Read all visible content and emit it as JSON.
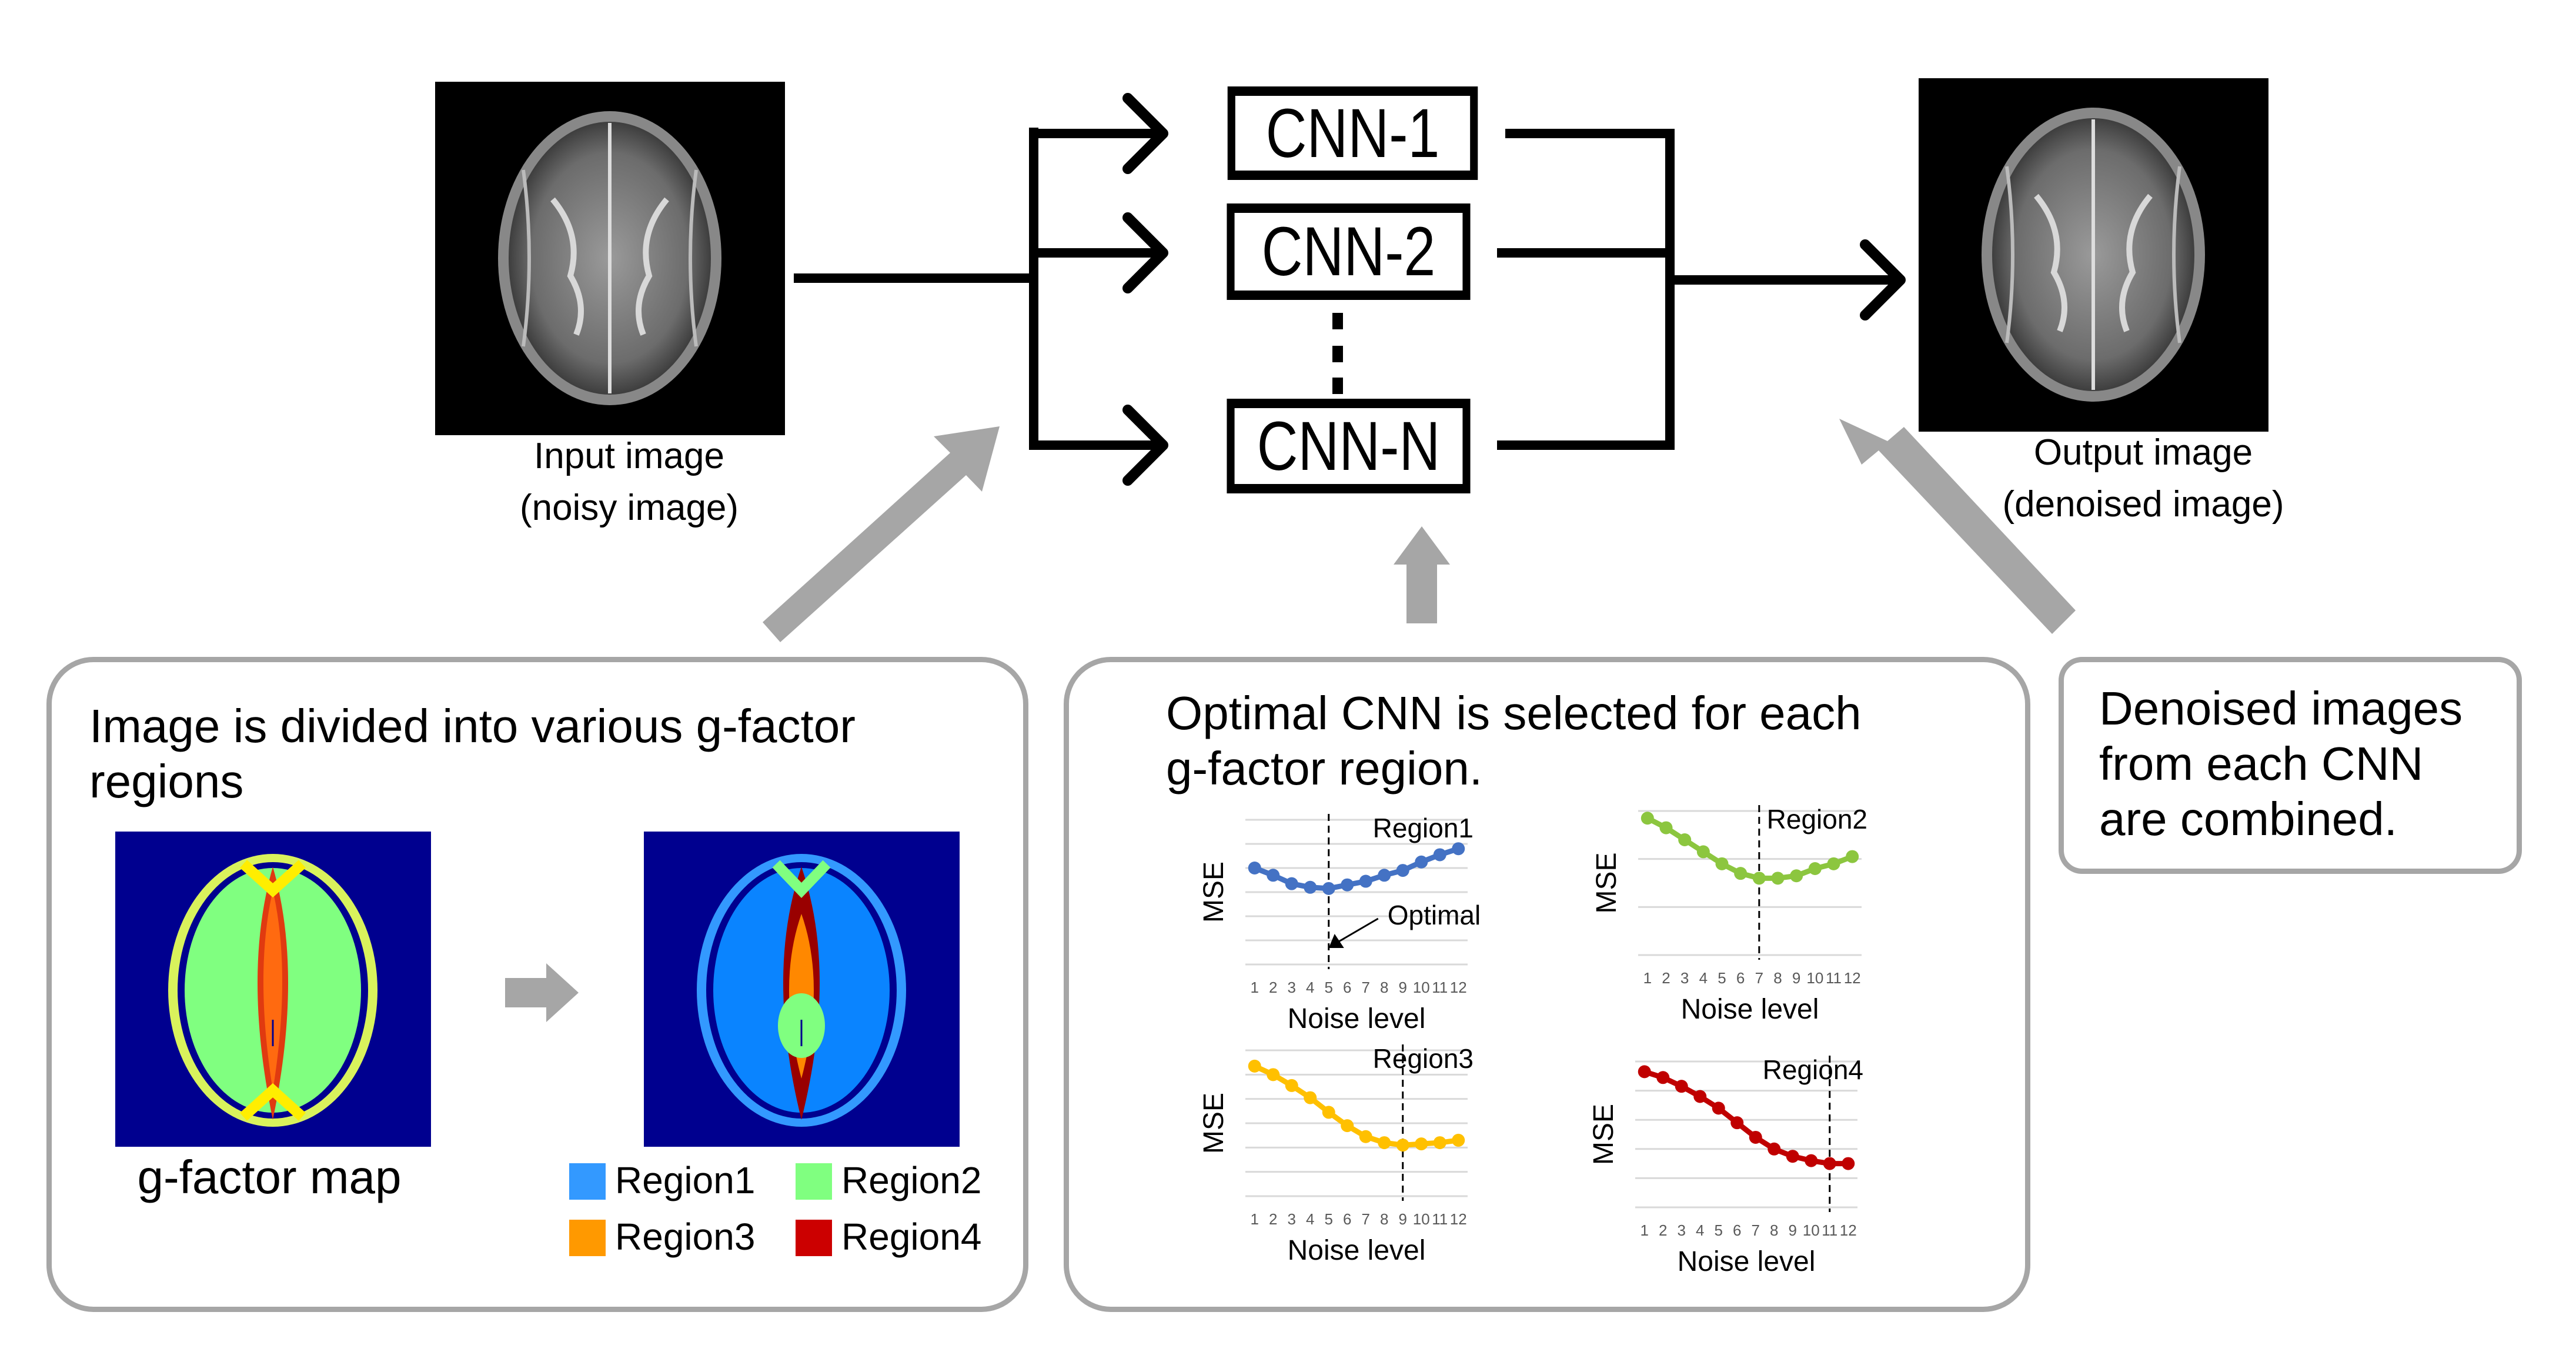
{
  "input": {
    "label_line1": "Input image",
    "label_line2": "(noisy image)"
  },
  "output": {
    "label_line1": "Output image",
    "label_line2": "(denoised image)"
  },
  "cnns": [
    {
      "label": "CNN-1"
    },
    {
      "label": "CNN-2"
    },
    {
      "label": "CNN-N"
    }
  ],
  "panels": {
    "left": {
      "title_line1": "Image is divided into various g-factor",
      "title_line2": "regions",
      "map_caption": "g-factor map",
      "legend": [
        {
          "label": "Region1",
          "color": "#3399ff"
        },
        {
          "label": "Region2",
          "color": "#80ff80"
        },
        {
          "label": "Region3",
          "color": "#ff9900"
        },
        {
          "label": "Region4",
          "color": "#cc0000"
        }
      ]
    },
    "middle": {
      "title_line1": "Optimal CNN is selected for each",
      "title_line2": "g-factor region.",
      "annotation": "Optimal"
    },
    "right": {
      "text_line1": "Denoised images",
      "text_line2": "from each CNN",
      "text_line3": "are combined."
    }
  },
  "colors": {
    "arrow_gray": "#a6a6a6",
    "panel_border": "#a6a6a6",
    "gridline": "#d9d9d9",
    "tick_text": "#595959"
  },
  "chart_data": [
    {
      "type": "line",
      "title": "Region1",
      "xlabel": "Noise level",
      "ylabel": "MSE",
      "x": [
        1,
        2,
        3,
        4,
        5,
        6,
        7,
        8,
        9,
        10,
        11,
        12
      ],
      "series": [
        {
          "name": "Region1",
          "color": "#4472c4",
          "values": [
            4.0,
            3.7,
            3.35,
            3.2,
            3.15,
            3.3,
            3.45,
            3.7,
            3.9,
            4.25,
            4.55,
            4.8
          ]
        }
      ],
      "ylim": [
        0,
        6
      ],
      "gridlines": 7,
      "optimal_x": 5,
      "grid": true
    },
    {
      "type": "line",
      "title": "Region2",
      "xlabel": "Noise level",
      "ylabel": "MSE",
      "x": [
        1,
        2,
        3,
        4,
        5,
        6,
        7,
        8,
        9,
        10,
        11,
        12
      ],
      "series": [
        {
          "name": "Region2",
          "color": "#8cc63f",
          "values": [
            2.85,
            2.65,
            2.4,
            2.15,
            1.9,
            1.7,
            1.6,
            1.6,
            1.65,
            1.8,
            1.9,
            2.05
          ]
        }
      ],
      "ylim": [
        0,
        3
      ],
      "gridlines": 4,
      "optimal_x": 7,
      "grid": true
    },
    {
      "type": "line",
      "title": "Region3",
      "xlabel": "Noise level",
      "ylabel": "MSE",
      "x": [
        1,
        2,
        3,
        4,
        5,
        6,
        7,
        8,
        9,
        10,
        11,
        12
      ],
      "series": [
        {
          "name": "Region3",
          "color": "#ffc000",
          "values": [
            5.35,
            5.0,
            4.55,
            4.05,
            3.45,
            2.9,
            2.45,
            2.2,
            2.1,
            2.15,
            2.2,
            2.3
          ]
        }
      ],
      "ylim": [
        0,
        6
      ],
      "gridlines": 7,
      "optimal_x": 9,
      "grid": true
    },
    {
      "type": "line",
      "title": "Region4",
      "xlabel": "Noise level",
      "ylabel": "MSE",
      "x": [
        1,
        2,
        3,
        4,
        5,
        6,
        7,
        8,
        9,
        10,
        11,
        12
      ],
      "series": [
        {
          "name": "Region4",
          "color": "#c00000",
          "values": [
            4.65,
            4.45,
            4.15,
            3.8,
            3.4,
            2.9,
            2.4,
            2.0,
            1.75,
            1.6,
            1.5,
            1.5
          ]
        }
      ],
      "ylim": [
        0,
        5
      ],
      "gridlines": 6,
      "optimal_x": 11,
      "grid": true
    }
  ]
}
